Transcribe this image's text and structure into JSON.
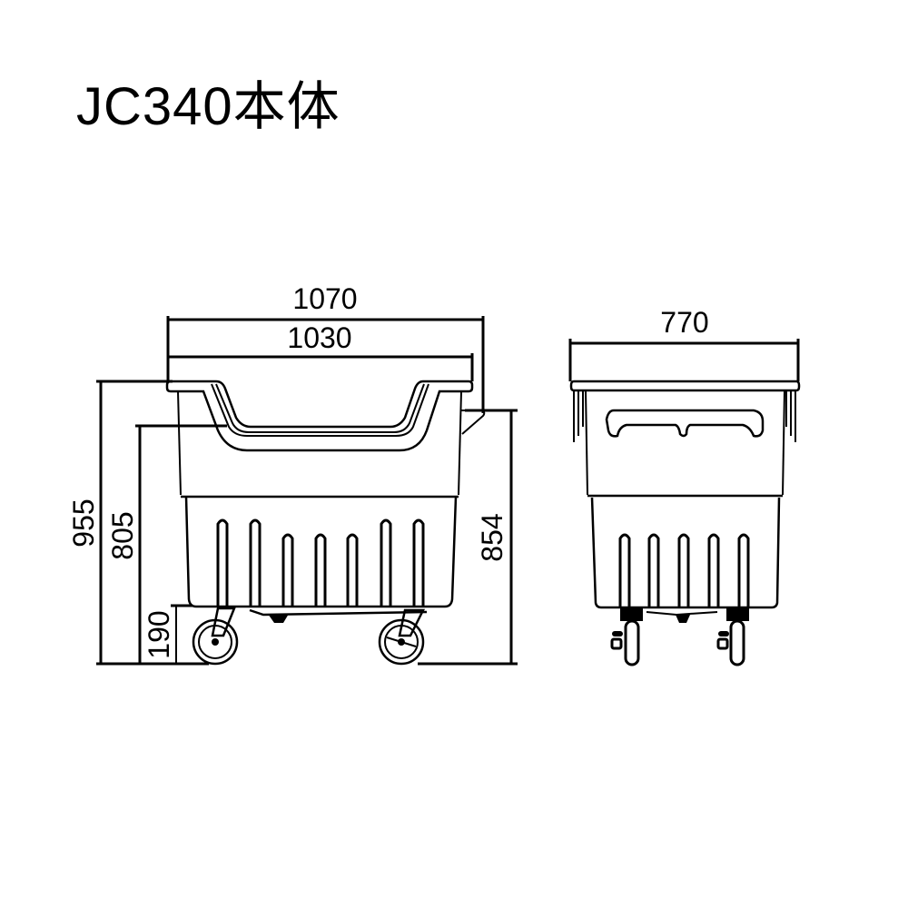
{
  "title": "JC340本体",
  "front_view": {
    "label": "front view",
    "dimensions": {
      "overall_width": "1070",
      "rim_width": "1030",
      "overall_height": "955",
      "body_height": "805",
      "caster_height": "190",
      "side_height": "854"
    },
    "ribs_count": 7,
    "casters_count": 2
  },
  "side_view": {
    "label": "side view",
    "dimensions": {
      "depth": "770"
    },
    "ribs_count": 5,
    "casters_count": 2
  },
  "colors": {
    "line": "#000000",
    "background": "#ffffff"
  }
}
